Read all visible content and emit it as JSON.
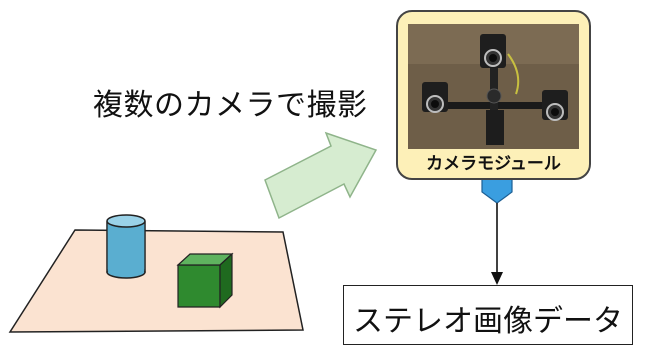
{
  "caption": "複数のカメラで撮影",
  "camera_module": {
    "label": "カメラモジュール",
    "photo_description_icon": "camera-rig-photo"
  },
  "output": {
    "label": "ステレオ画像データ"
  },
  "colors": {
    "module_fill": "#fdf0b8",
    "arrow_fill": "#d6ecd0",
    "arrow_stroke": "#8fb48a",
    "plane_fill": "#fbe3d1",
    "cylinder_fill": "#5aaed0",
    "cube_fill": "#2f8a2f",
    "connector_fill": "#3a9ee0"
  }
}
